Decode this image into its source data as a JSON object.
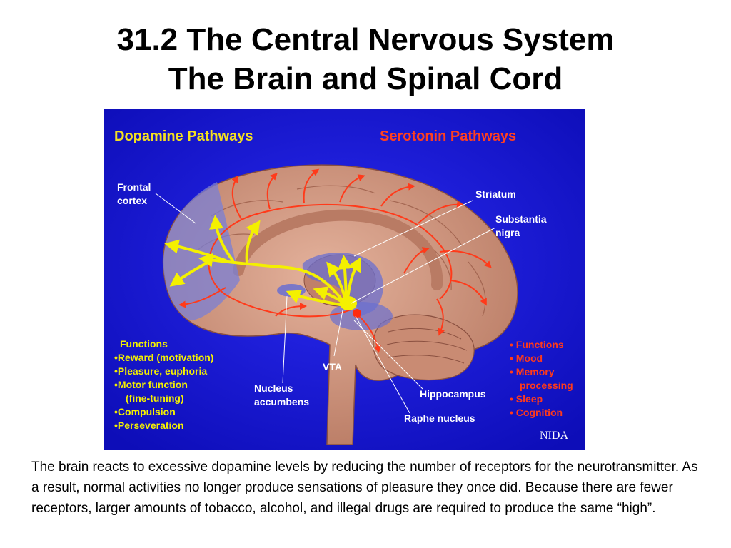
{
  "slide": {
    "title_line1": "31.2 The Central Nervous System",
    "title_line2": "The Brain and Spinal Cord",
    "caption": "The brain reacts to excessive dopamine levels by reducing the number of receptors for the neurotransmitter. As a result, normal activities no longer produce sensations of pleasure they once did. Because there are fewer receptors, larger amounts of tobacco, alcohol, and illegal drugs are required to produce the same “high”."
  },
  "figure": {
    "heading_dopamine": "Dopamine Pathways",
    "heading_serotonin": "Serotonin Pathways",
    "labels": {
      "frontal_cortex": [
        "Frontal",
        "cortex"
      ],
      "striatum": "Striatum",
      "substantia_nigra": [
        "Substantia",
        "nigra"
      ],
      "vta": "VTA",
      "nucleus_accumbens": [
        "Nucleus",
        "accumbens"
      ],
      "hippocampus": "Hippocampus",
      "raphe_nucleus": "Raphe nucleus"
    },
    "dopamine_functions": {
      "title": "Functions",
      "items": [
        "•Reward (motivation)",
        "•Pleasure, euphoria",
        "•Motor function",
        "(fine-tuning)",
        "•Compulsion",
        "•Perseveration"
      ]
    },
    "serotonin_functions": {
      "title": "• Functions",
      "items": [
        "• Mood",
        "• Memory",
        "processing",
        "• Sleep",
        "• Cognition"
      ]
    },
    "credit": "NIDA",
    "colors": {
      "background": "#1a1ad2",
      "dopamine": "#f4f000",
      "serotonin": "#ff3a1a",
      "brain": "#d59a84",
      "highlight": "#7a7fd6",
      "label_text": "#ffffff",
      "dopamine_heading": "#f4e020",
      "serotonin_heading": "#ff4020"
    }
  }
}
